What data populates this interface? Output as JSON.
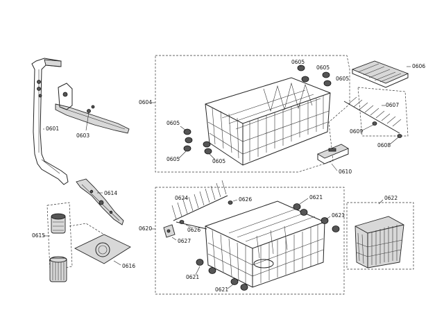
{
  "labels": {
    "p0601": "0601",
    "p0603": "0603",
    "p0604": "0604",
    "p0605a": "0605",
    "p0605b": "0605",
    "p0605c": "0605",
    "p0605d": "0605",
    "p0605e": "0605",
    "p0605f": "0605",
    "p0606": "0606",
    "p0607": "0607",
    "p0608": "0608",
    "p0609": "0609",
    "p0610": "0610",
    "p0614": "0614",
    "p0615": "0615",
    "p0616": "0616",
    "p0620": "0620",
    "p0621a": "0621",
    "p0621b": "0621",
    "p0621c": "0621",
    "p0621d": "0621",
    "p0622": "0622",
    "p0624": "0624",
    "p0626a": "0626",
    "p0626b": "0626",
    "p0627": "0627"
  }
}
